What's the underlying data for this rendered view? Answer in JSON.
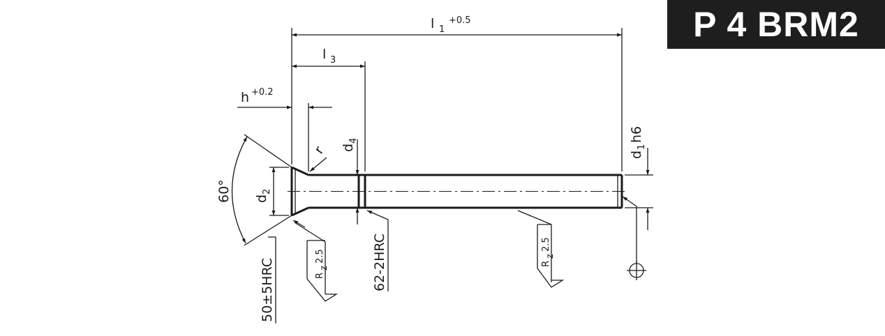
{
  "part_code": "P 4 BRM2",
  "dimensions": {
    "l1": {
      "symbol": "l",
      "sub": "1",
      "tolerance": "+0.5"
    },
    "l3": {
      "symbol": "l",
      "sub": "3"
    },
    "h": {
      "symbol": "h",
      "tolerance": "+0.2"
    },
    "r": {
      "symbol": "r"
    },
    "d4": {
      "symbol": "d",
      "sub": "4"
    },
    "d1": {
      "symbol": "d",
      "sub": "1",
      "fit": "h6"
    },
    "d2": {
      "symbol": "d",
      "sub": "2"
    },
    "angle": {
      "text": "60°"
    }
  },
  "surface_finish": {
    "head": {
      "symbol": "R",
      "sub": "z",
      "value": "2.5"
    },
    "shank": {
      "symbol": "R",
      "sub": "z",
      "value": "2.5"
    }
  },
  "hardness": {
    "head": "50±5HRC",
    "shank": "62-2HRC"
  },
  "icons": {
    "position_tolerance": "position-tolerance-icon",
    "surface_finish": "surface-finish-icon"
  },
  "colors": {
    "badge_background": "#1e1e1e",
    "badge_text": "#ffffff",
    "line": "#1a1a1a"
  }
}
